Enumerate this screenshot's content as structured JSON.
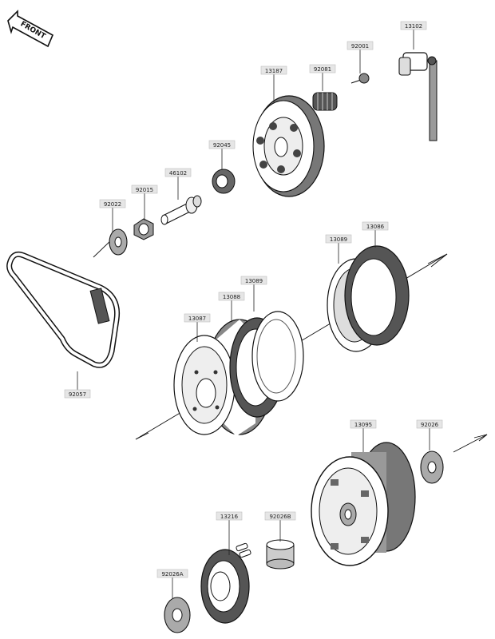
{
  "front_label": "FRONT",
  "parts": {
    "p13102": "13102",
    "p92001": "92001",
    "p92081": "92081",
    "p13187": "13187",
    "p92045": "92045",
    "p46102": "46102",
    "p92015": "92015",
    "p92022": "92022",
    "p13086": "13086",
    "p13089a": "13089",
    "p13089b": "13089",
    "p13088": "13088",
    "p13087": "13087",
    "p92057": "92057",
    "p13095": "13095",
    "p92026": "92026",
    "p13216": "13216",
    "p92026B": "92026B",
    "p92026A": "92026A"
  }
}
